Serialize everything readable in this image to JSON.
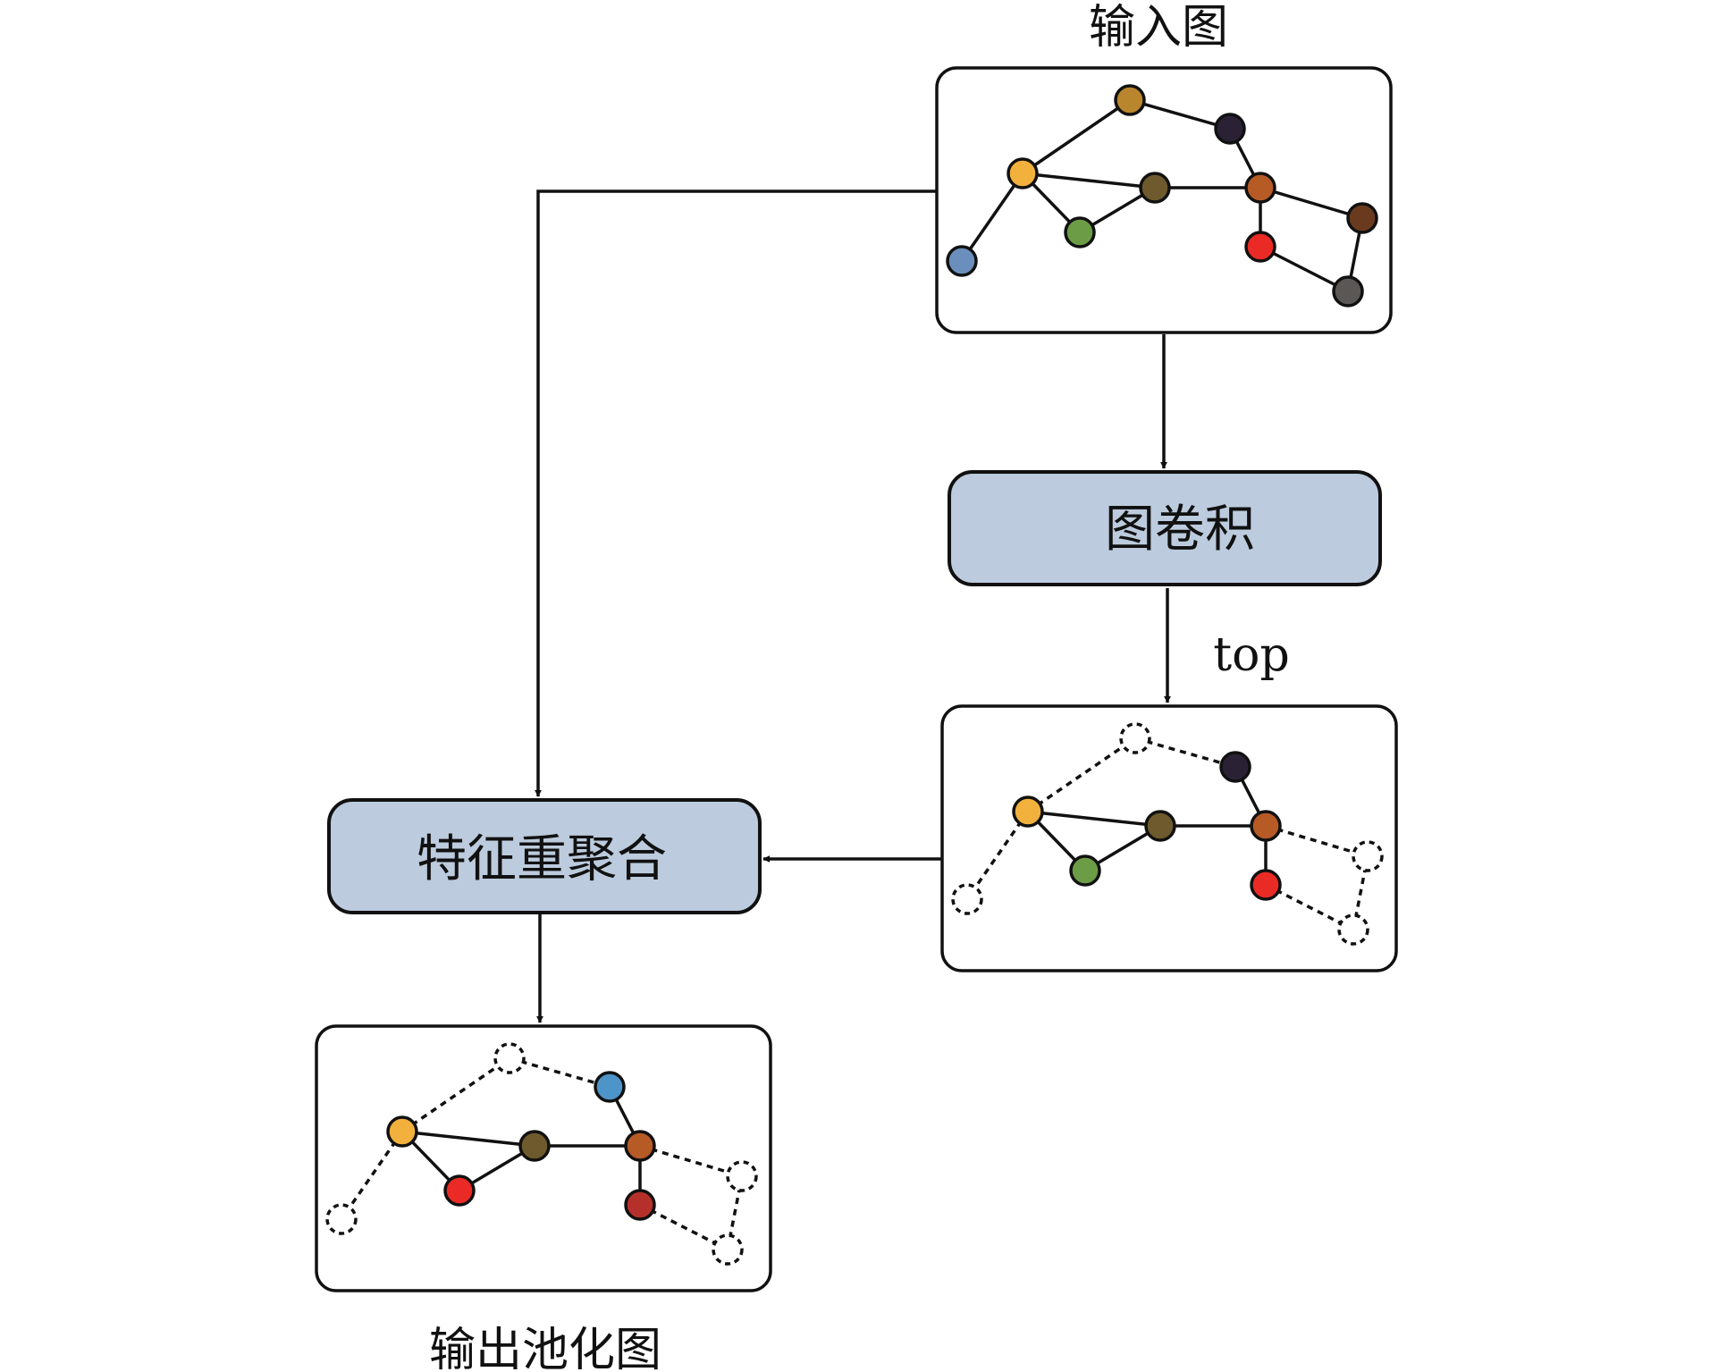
{
  "labels": {
    "input_graph": "输入图",
    "graph_conv": "图卷积",
    "top": "top",
    "feature_reaggregate": "特征重聚合",
    "output_pooled_graph": "输出池化图"
  },
  "colors": {
    "process_fill": "#bccbdd",
    "stroke": "#111111",
    "node_gold": "#b9862d",
    "node_dark_purple": "#2a2234",
    "node_orange_yellow": "#f2b13c",
    "node_olive": "#6e5a2c",
    "node_rust": "#b65a26",
    "node_green": "#6c9c45",
    "node_blue_grey": "#6b8fbd",
    "node_red": "#ea2a25",
    "node_brown": "#6a3a1f",
    "node_grey": "#5b5754",
    "node_sky_blue": "#4d94c9",
    "node_dark_red": "#b5302a"
  },
  "graphs": {
    "input": {
      "nodes": {
        "a": "node_gold",
        "b": "node_dark_purple",
        "c": "node_orange_yellow",
        "d": "node_olive",
        "e": "node_rust",
        "f": "node_green",
        "g": "node_blue_grey",
        "h": "node_red",
        "i": "node_brown",
        "j": "node_grey"
      },
      "dashed_nodes": [],
      "edges": [
        [
          "c",
          "a"
        ],
        [
          "a",
          "b"
        ],
        [
          "b",
          "e"
        ],
        [
          "c",
          "d"
        ],
        [
          "d",
          "e"
        ],
        [
          "c",
          "f"
        ],
        [
          "f",
          "d"
        ],
        [
          "c",
          "g"
        ],
        [
          "e",
          "i"
        ],
        [
          "e",
          "h"
        ],
        [
          "h",
          "j"
        ],
        [
          "j",
          "i"
        ]
      ],
      "dashed_edges": []
    },
    "top": {
      "nodes": {
        "b": "node_dark_purple",
        "c": "node_orange_yellow",
        "d": "node_olive",
        "e": "node_rust",
        "f": "node_green",
        "h": "node_red"
      },
      "dashed_nodes": [
        "a",
        "g",
        "i",
        "j"
      ],
      "edges": [
        [
          "b",
          "e"
        ],
        [
          "c",
          "d"
        ],
        [
          "d",
          "e"
        ],
        [
          "c",
          "f"
        ],
        [
          "f",
          "d"
        ],
        [
          "e",
          "h"
        ]
      ],
      "dashed_edges": [
        [
          "c",
          "a"
        ],
        [
          "a",
          "b"
        ],
        [
          "c",
          "g"
        ],
        [
          "e",
          "i"
        ],
        [
          "h",
          "j"
        ],
        [
          "j",
          "i"
        ]
      ]
    },
    "output": {
      "nodes": {
        "b": "node_sky_blue",
        "c": "node_orange_yellow",
        "d": "node_olive",
        "e": "node_rust",
        "f": "node_red",
        "h": "node_dark_red"
      },
      "dashed_nodes": [
        "a",
        "g",
        "i",
        "j"
      ],
      "edges": [
        [
          "b",
          "e"
        ],
        [
          "c",
          "d"
        ],
        [
          "d",
          "e"
        ],
        [
          "c",
          "f"
        ],
        [
          "f",
          "d"
        ],
        [
          "e",
          "h"
        ]
      ],
      "dashed_edges": [
        [
          "c",
          "a"
        ],
        [
          "a",
          "b"
        ],
        [
          "c",
          "g"
        ],
        [
          "e",
          "i"
        ],
        [
          "h",
          "j"
        ],
        [
          "j",
          "i"
        ]
      ]
    }
  }
}
